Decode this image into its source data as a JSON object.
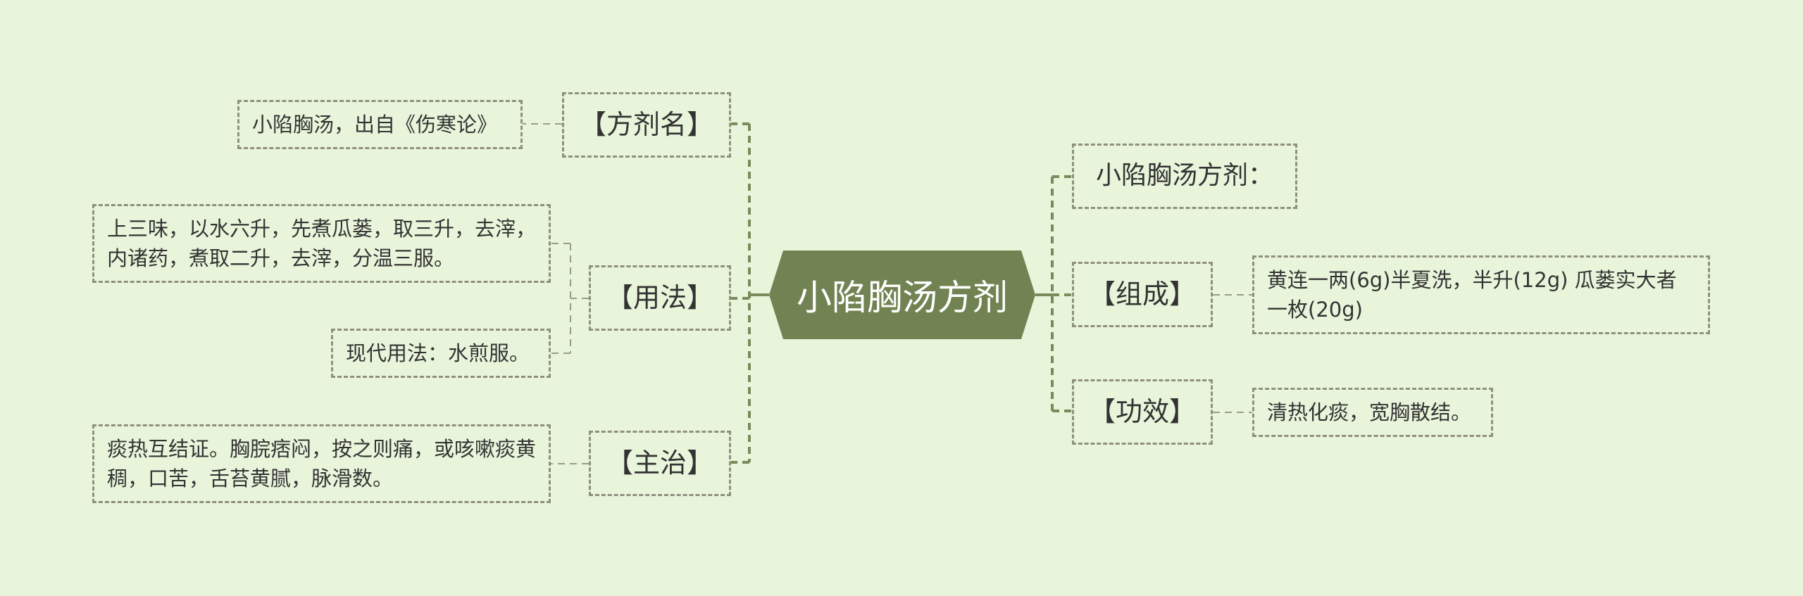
{
  "center": {
    "title": "小陷胸汤方剂"
  },
  "left": {
    "fangjiming": {
      "label": "【方剂名】",
      "detail": "小陷胸汤，出自《伤寒论》"
    },
    "yongfa": {
      "label": "【用法】",
      "detail_1": "上三味，以水六升，先煮瓜蒌，取三升，去滓，内诸药，煮取二升，去滓，分温三服。",
      "detail_2": "现代用法：水煎服。"
    },
    "zhuzhi": {
      "label": "【主治】",
      "detail": "痰热互结证。胸脘痞闷，按之则痛，或咳嗽痰黄稠，口苦，舌苔黄腻，脉滑数。"
    }
  },
  "right": {
    "heading": {
      "label": "小陷胸汤方剂："
    },
    "zucheng": {
      "label": "【组成】",
      "detail": "黄连一两(6g)半夏洗，半升(12g) 瓜蒌实大者一枚(20g)"
    },
    "gongxiao": {
      "label": "【功效】",
      "detail": "清热化痰，宽胸散结。"
    }
  },
  "colors": {
    "background": "#e8f5db",
    "center_fill": "#728353",
    "connector": "#7a8a5a",
    "border": "#8f8f7f"
  }
}
